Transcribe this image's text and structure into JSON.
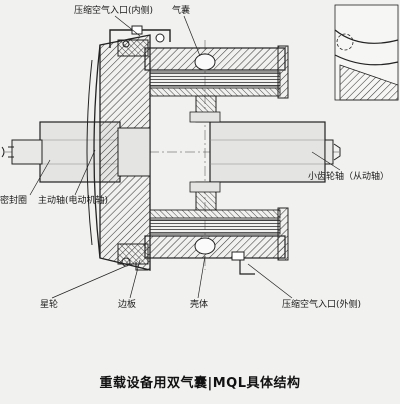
{
  "diagram": {
    "labels": {
      "inner_air_inlet": "压缩空气入口(内侧)",
      "airbag": "气囊",
      "pinion_shaft": "小齿轮轴（从动轴）",
      "seal": "密封圈",
      "main_shaft": "主动轴(电动机轴)",
      "star_wheel": "星轮",
      "side_plate": "边板",
      "housing": "壳体",
      "outer_air_inlet": "压缩空气入口(外侧)"
    },
    "caption": "重载设备用双气囊|MQL具体结构"
  },
  "colors": {
    "line": "#222222",
    "hatch": "#3a3a3a",
    "shaft_fill": "#e4e4e2",
    "background": "#f1f1ef"
  }
}
